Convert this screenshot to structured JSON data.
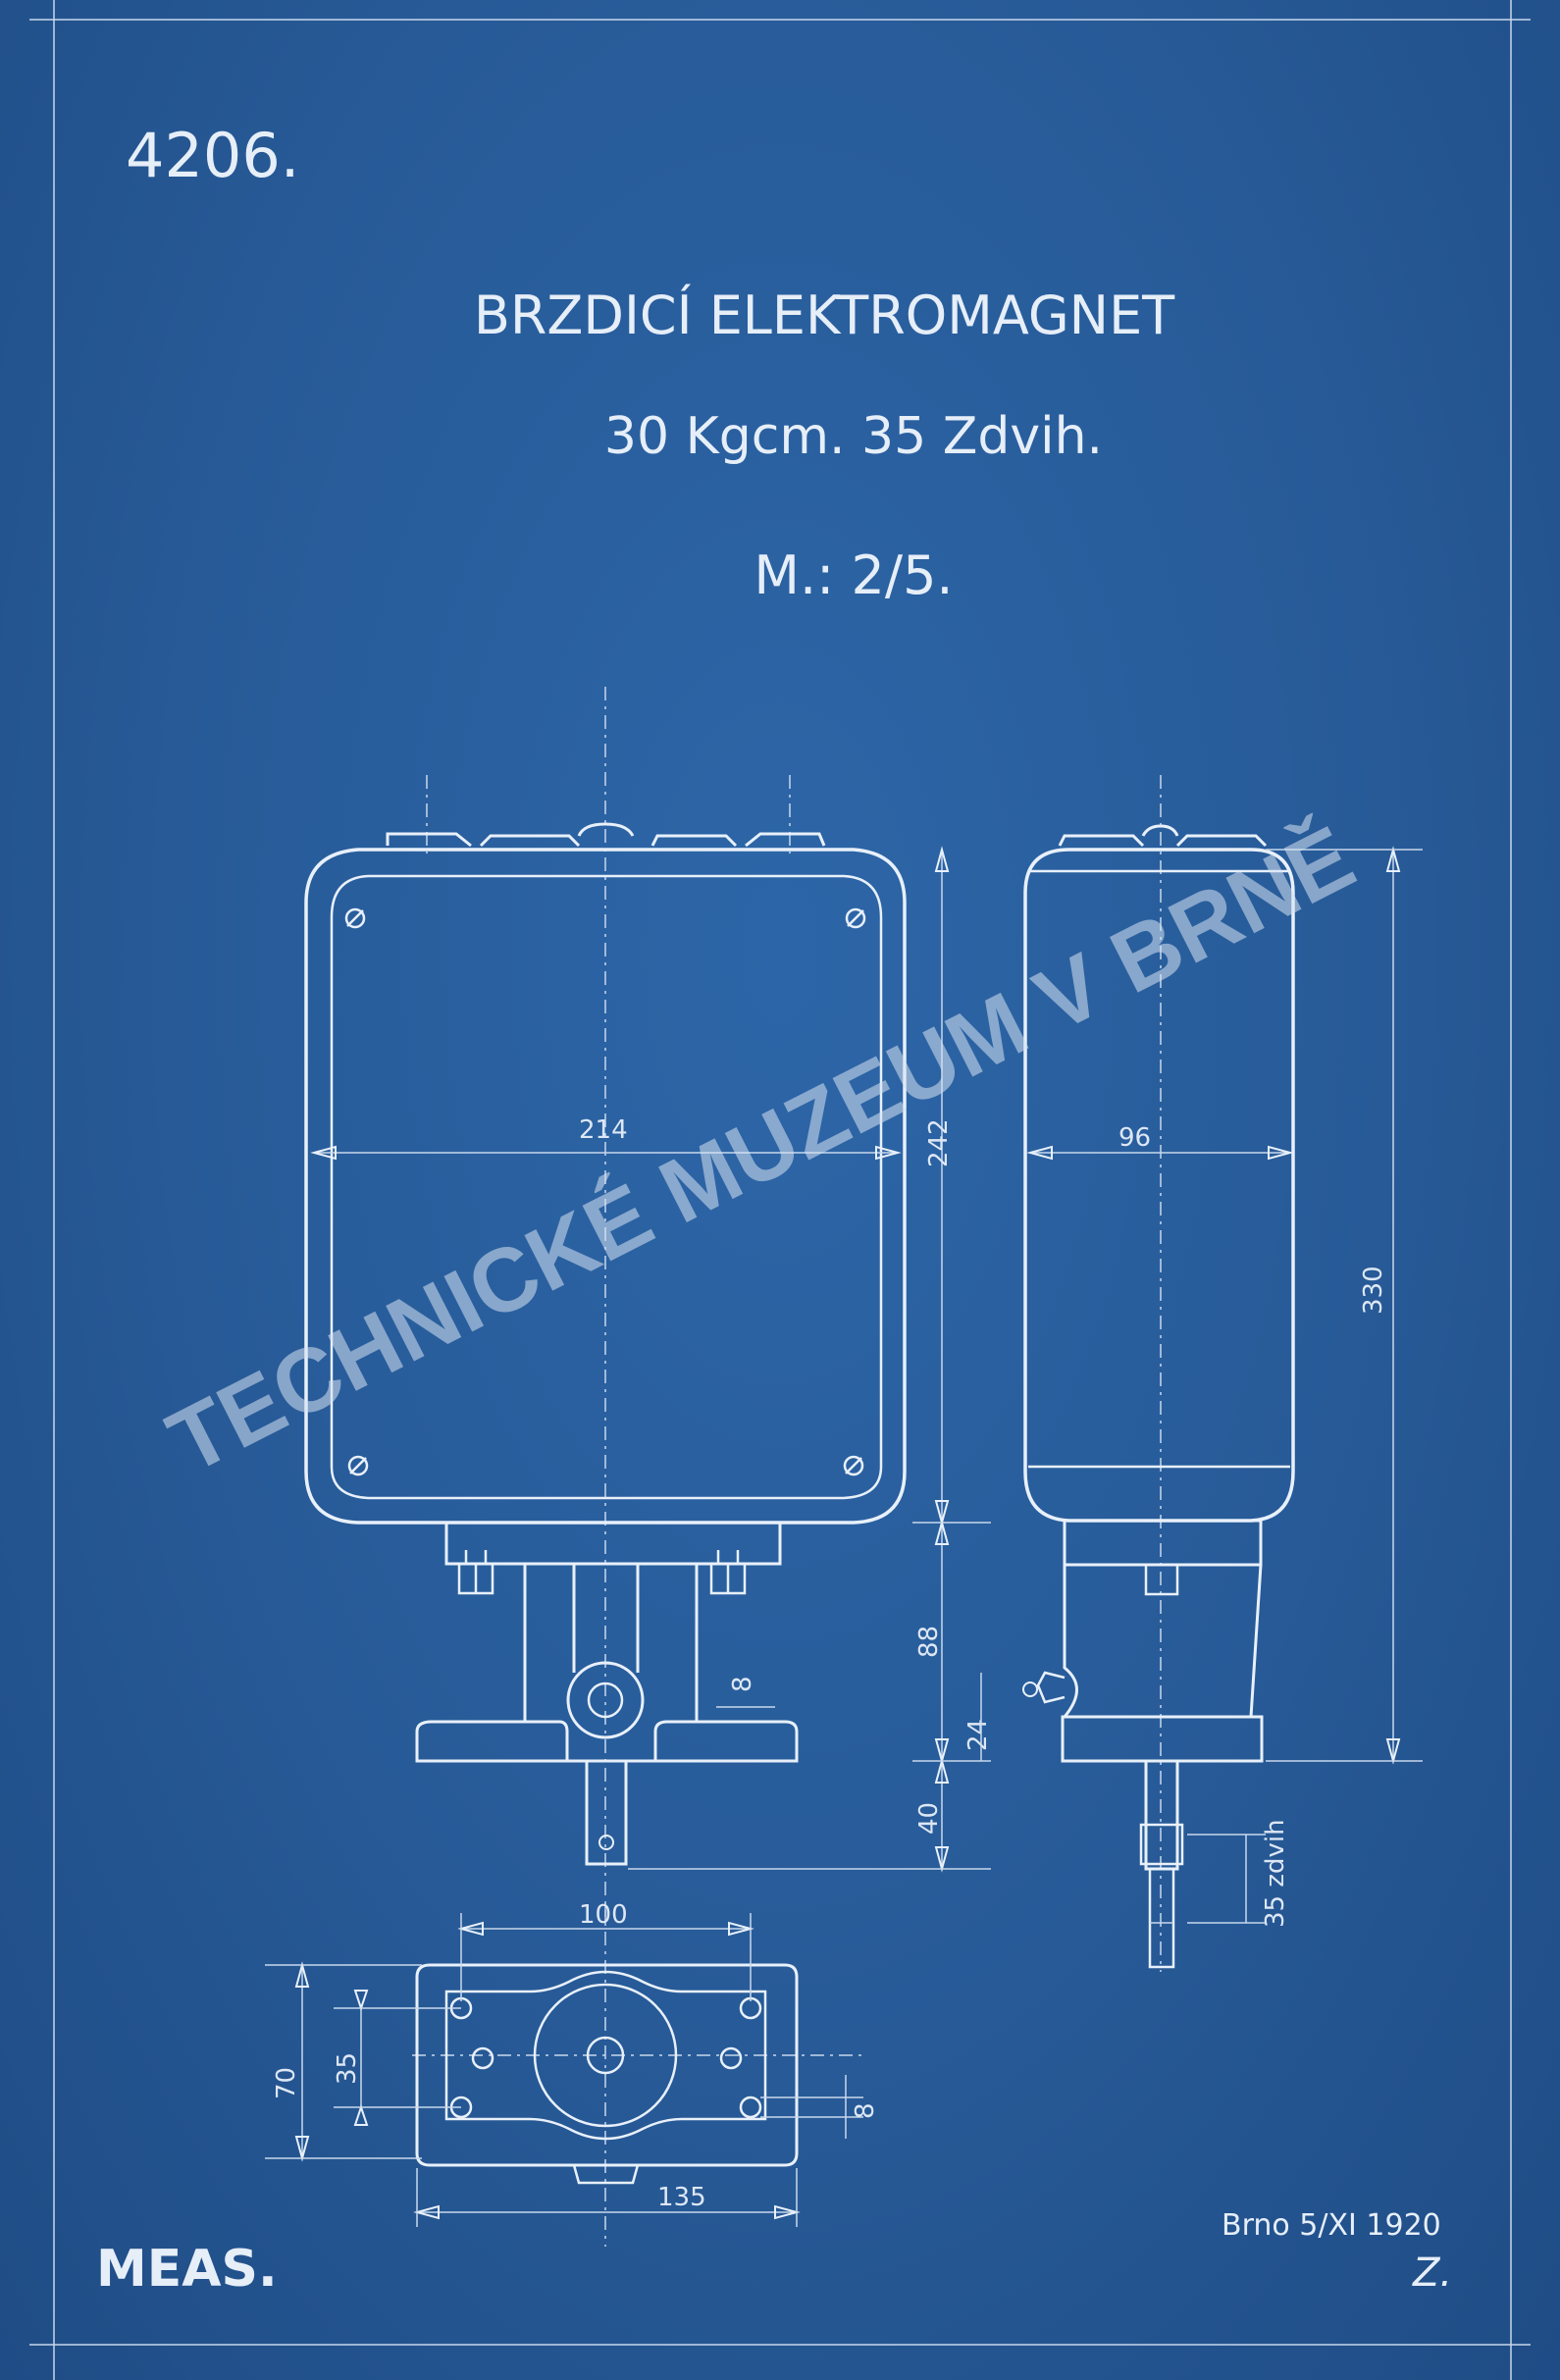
{
  "drawing": {
    "number": "4206.",
    "title": "BRZDICÍ ELEKTROMAGNET",
    "subtitle": "30 Kgcm. 35 Zdvih.",
    "scale": "M.: 2/5.",
    "designer_mark": "MEAS.",
    "date_place": "Brno 5/XI 1920",
    "signature_initial": "Z."
  },
  "watermark": "TECHNICKÉ MUZEUM V BRNĚ",
  "dimensions": {
    "width_front": "214",
    "height_body": "242",
    "width_side": "96",
    "total_height": "330",
    "base_height": "88",
    "foot_height": "24",
    "stem_height": "40",
    "stroke": "35 zdvih",
    "gap": "8",
    "base_width_top": "100",
    "base_width_bottom": "135",
    "base_depth": "70",
    "base_depth_inner": "35",
    "hole": "8"
  },
  "colors": {
    "paper": "#2a5e9a",
    "ink": "#e8f0fa"
  }
}
